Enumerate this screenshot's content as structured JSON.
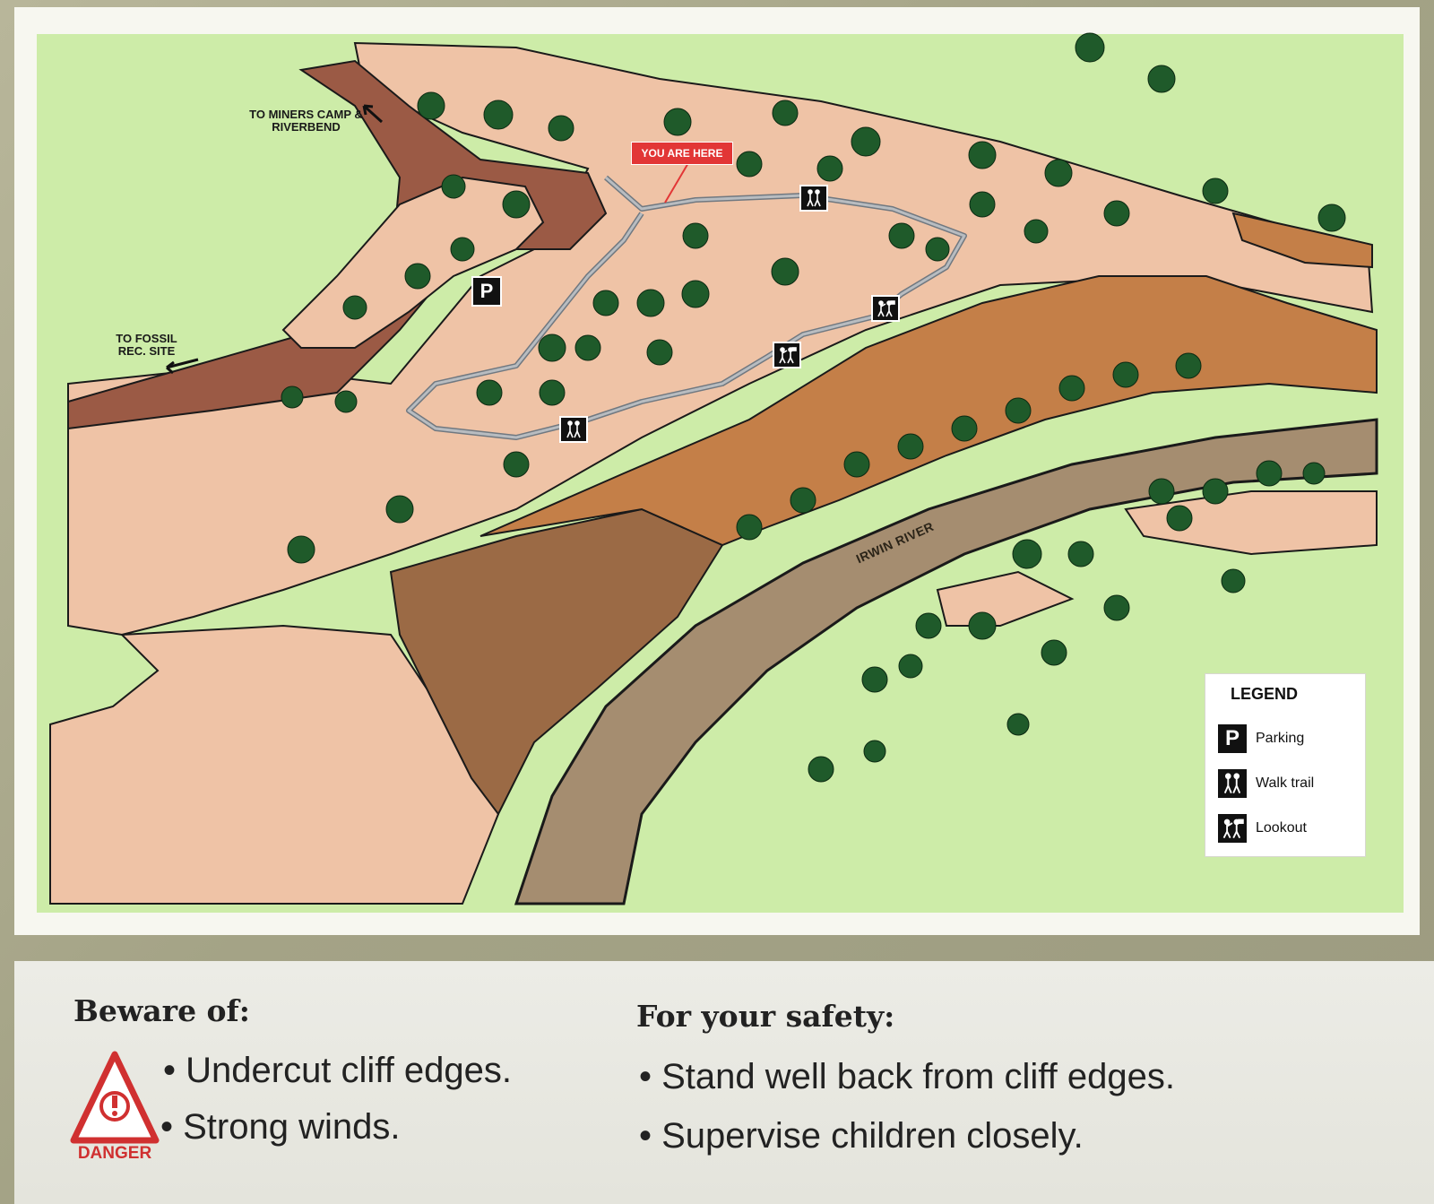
{
  "map": {
    "destinations": {
      "miners_camp": "TO MINERS CAMP & RIVERBEND",
      "fossil_site": "TO FOSSIL REC. SITE"
    },
    "you_are_here": "YOU ARE HERE",
    "river_name": "IRWIN RIVER",
    "parking_symbol": "P"
  },
  "legend": {
    "title": "LEGEND",
    "items": [
      {
        "symbol": "P",
        "icon": "parking-icon",
        "label": "Parking"
      },
      {
        "symbol": "",
        "icon": "walk-trail-icon",
        "label": "Walk trail"
      },
      {
        "symbol": "",
        "icon": "lookout-icon",
        "label": "Lookout"
      }
    ]
  },
  "beware": {
    "heading": "Beware of:",
    "items": [
      "• Undercut cliff edges.",
      "• Strong winds."
    ],
    "danger_label": "DANGER"
  },
  "safety": {
    "heading": "For your safety:",
    "items": [
      "• Stand well back from cliff edges.",
      "• Supervise children closely."
    ]
  },
  "colors": {
    "grass": "#cdeca8",
    "plain": "#efc3a6",
    "road": "#9b5a45",
    "river": "#a58d70",
    "cliff": "#c47f48",
    "tree": "#1f5a2a",
    "danger": "#d03030"
  }
}
